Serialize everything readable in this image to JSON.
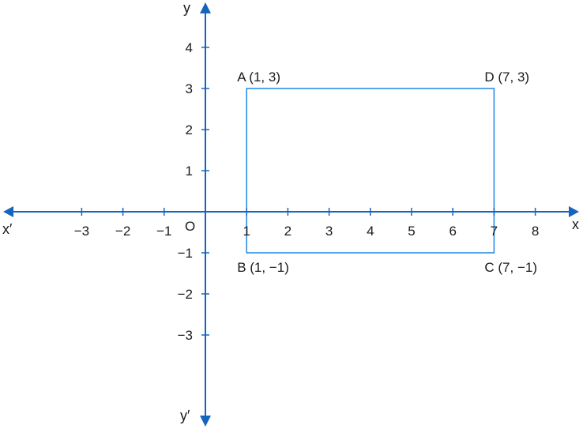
{
  "colors": {
    "axis": "#1565c0",
    "rect": "#1e88e5",
    "text": "#1a1a1a"
  },
  "axes": {
    "x_label": "x",
    "x_neg_label": "x′",
    "y_label": "y",
    "y_neg_label": "y′",
    "origin_label": "O"
  },
  "x_ticks": [
    {
      "value": -3,
      "label": "−3"
    },
    {
      "value": -2,
      "label": "−2"
    },
    {
      "value": -1,
      "label": "−1"
    },
    {
      "value": 1,
      "label": "1"
    },
    {
      "value": 2,
      "label": "2"
    },
    {
      "value": 3,
      "label": "3"
    },
    {
      "value": 4,
      "label": "4"
    },
    {
      "value": 5,
      "label": "5"
    },
    {
      "value": 6,
      "label": "6"
    },
    {
      "value": 7,
      "label": "7"
    },
    {
      "value": 8,
      "label": "8"
    }
  ],
  "y_ticks": [
    {
      "value": 4,
      "label": "4"
    },
    {
      "value": 3,
      "label": "3"
    },
    {
      "value": 2,
      "label": "2"
    },
    {
      "value": 1,
      "label": "1"
    },
    {
      "value": -1,
      "label": "−1"
    },
    {
      "value": -2,
      "label": "−2"
    },
    {
      "value": -3,
      "label": "−3"
    }
  ],
  "points": [
    {
      "name": "A",
      "x": 1,
      "y": 3,
      "label": "A (1, 3)"
    },
    {
      "name": "D",
      "x": 7,
      "y": 3,
      "label": "D (7, 3)"
    },
    {
      "name": "B",
      "x": 1,
      "y": -1,
      "label": "B (1, −1)"
    },
    {
      "name": "C",
      "x": 7,
      "y": -1,
      "label": "C (7, −1)"
    }
  ],
  "rectangle": [
    "A",
    "D",
    "C",
    "B"
  ]
}
